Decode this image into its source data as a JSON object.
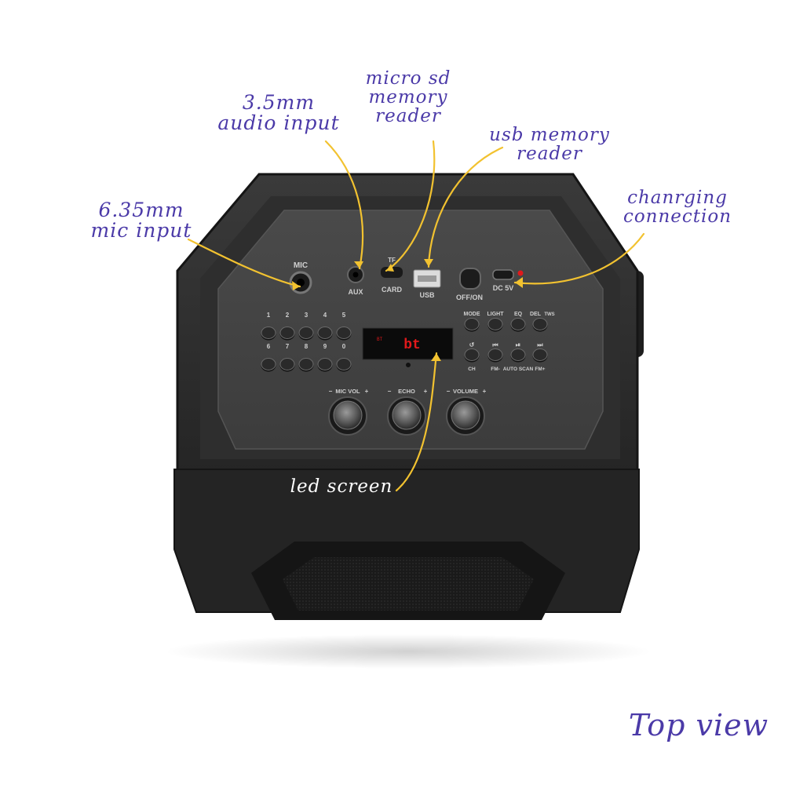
{
  "annotations": {
    "mic_input": "6.35mm\nmic input",
    "audio_input": "3.5mm\naudio input",
    "sd_reader": "micro sd\nmemory\nreader",
    "usb_reader": "usb memory\nreader",
    "charging": "chanrging\nconnection",
    "led_screen": "led screen",
    "view": "Top view"
  },
  "panel": {
    "mic": "MIC",
    "aux": "AUX",
    "tf": "TF",
    "card": "CARD",
    "usb": "USB",
    "off_on": "OFF/ON",
    "dc": "DC 5V",
    "display": "bt",
    "display_small": "BT",
    "number_keys_top": [
      "1",
      "2",
      "3",
      "4",
      "5"
    ],
    "number_keys_bottom": [
      "6",
      "7",
      "8",
      "9",
      "0"
    ],
    "func_top": [
      "MODE",
      "LIGHT",
      "EQ",
      "DEL"
    ],
    "tws": "TWS",
    "func_bottom": [
      "CH",
      "FM-",
      "AUTO SCAN",
      "FM+"
    ],
    "knobs": [
      "MIC VOL",
      "ECHO",
      "VOLUME"
    ]
  },
  "colors": {
    "annotation": "#4b3aa8",
    "arrow": "#f2c230",
    "body": "#2b2b2b",
    "led": "#e0191b"
  }
}
